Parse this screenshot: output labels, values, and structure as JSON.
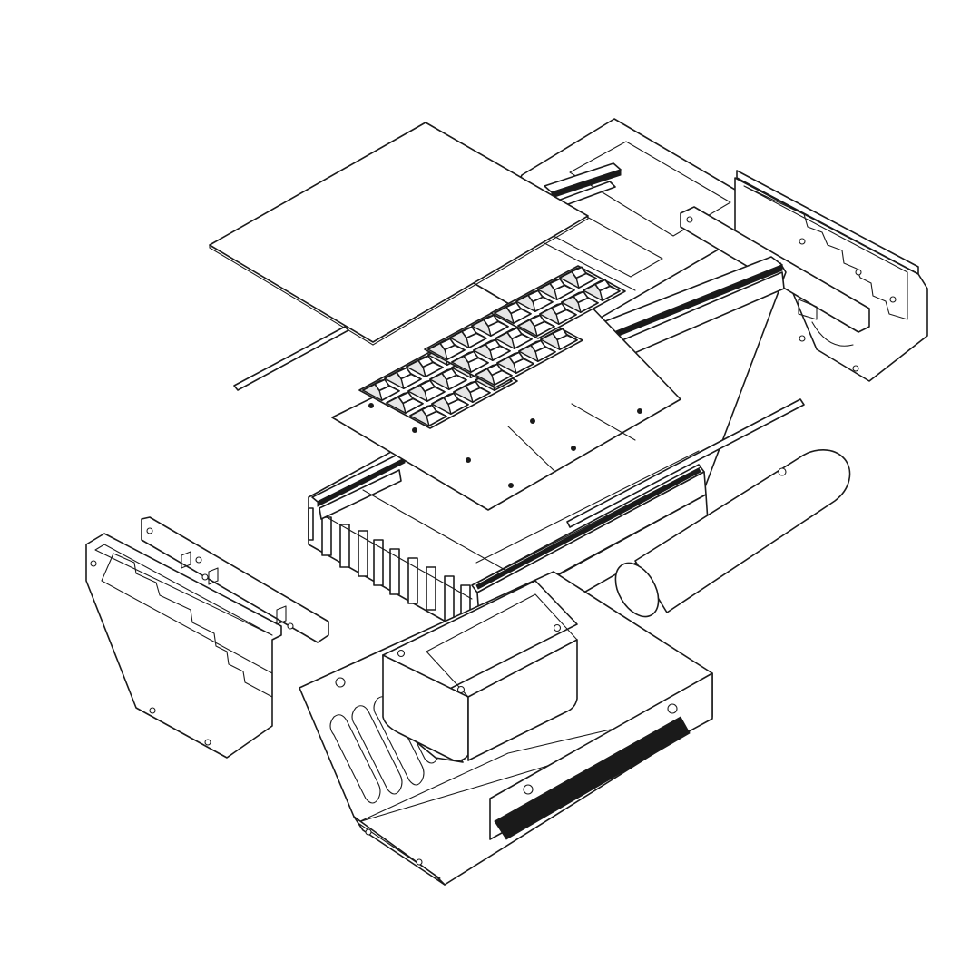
{
  "diagram": {
    "type": "exploded-isometric-assembly",
    "background": "#ffffff",
    "line_color": "#1a1a1a",
    "components": [
      {
        "id": "cover-sheet"
      },
      {
        "id": "gasket-frame"
      },
      {
        "id": "thin-strip-left"
      },
      {
        "id": "thin-strip-right"
      },
      {
        "id": "led-pcb-board"
      },
      {
        "id": "led-module"
      },
      {
        "id": "heatsink-extrusion"
      },
      {
        "id": "end-cap-right"
      },
      {
        "id": "end-cap-left"
      },
      {
        "id": "end-plate-left"
      },
      {
        "id": "mounting-pipe"
      },
      {
        "id": "driver-box"
      },
      {
        "id": "bottom-housing"
      }
    ]
  }
}
